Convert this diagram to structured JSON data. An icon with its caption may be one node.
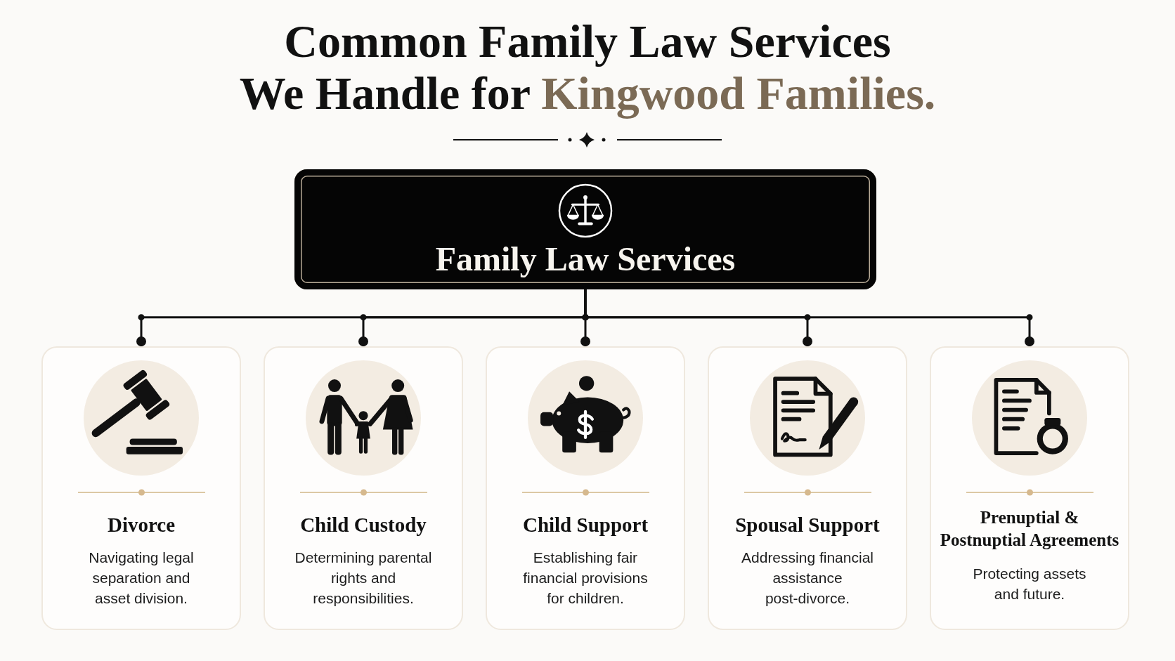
{
  "diagram": {
    "title": "Common Family Law Services We Handle for Kingwood Families.",
    "nodes": [
      {
        "text": [
          "Family Law Services"
        ]
      },
      {
        "text": [
          "Divorce",
          "Navigating legal separation and asset division."
        ]
      },
      {
        "text": [
          "Child Custody",
          "Determining parental rights and responsibilities."
        ]
      },
      {
        "text": [
          "Child Support",
          "Establishing fair financial provisions for children."
        ]
      },
      {
        "text": [
          "Spousal Support",
          "Addressing financial assistance post-divorce."
        ]
      },
      {
        "text": [
          "Prenuptial & Postnuptial Agreements",
          "Protecting assets and future."
        ]
      }
    ],
    "edges": [
      {
        "from": 0,
        "to": 1,
        "arrow": "other"
      },
      {
        "from": 0,
        "to": 2,
        "arrow": "other"
      },
      {
        "from": 0,
        "to": 3,
        "arrow": "other"
      },
      {
        "from": 0,
        "to": 4,
        "arrow": "other"
      },
      {
        "from": 0,
        "to": 5,
        "arrow": "other"
      }
    ]
  }
}
